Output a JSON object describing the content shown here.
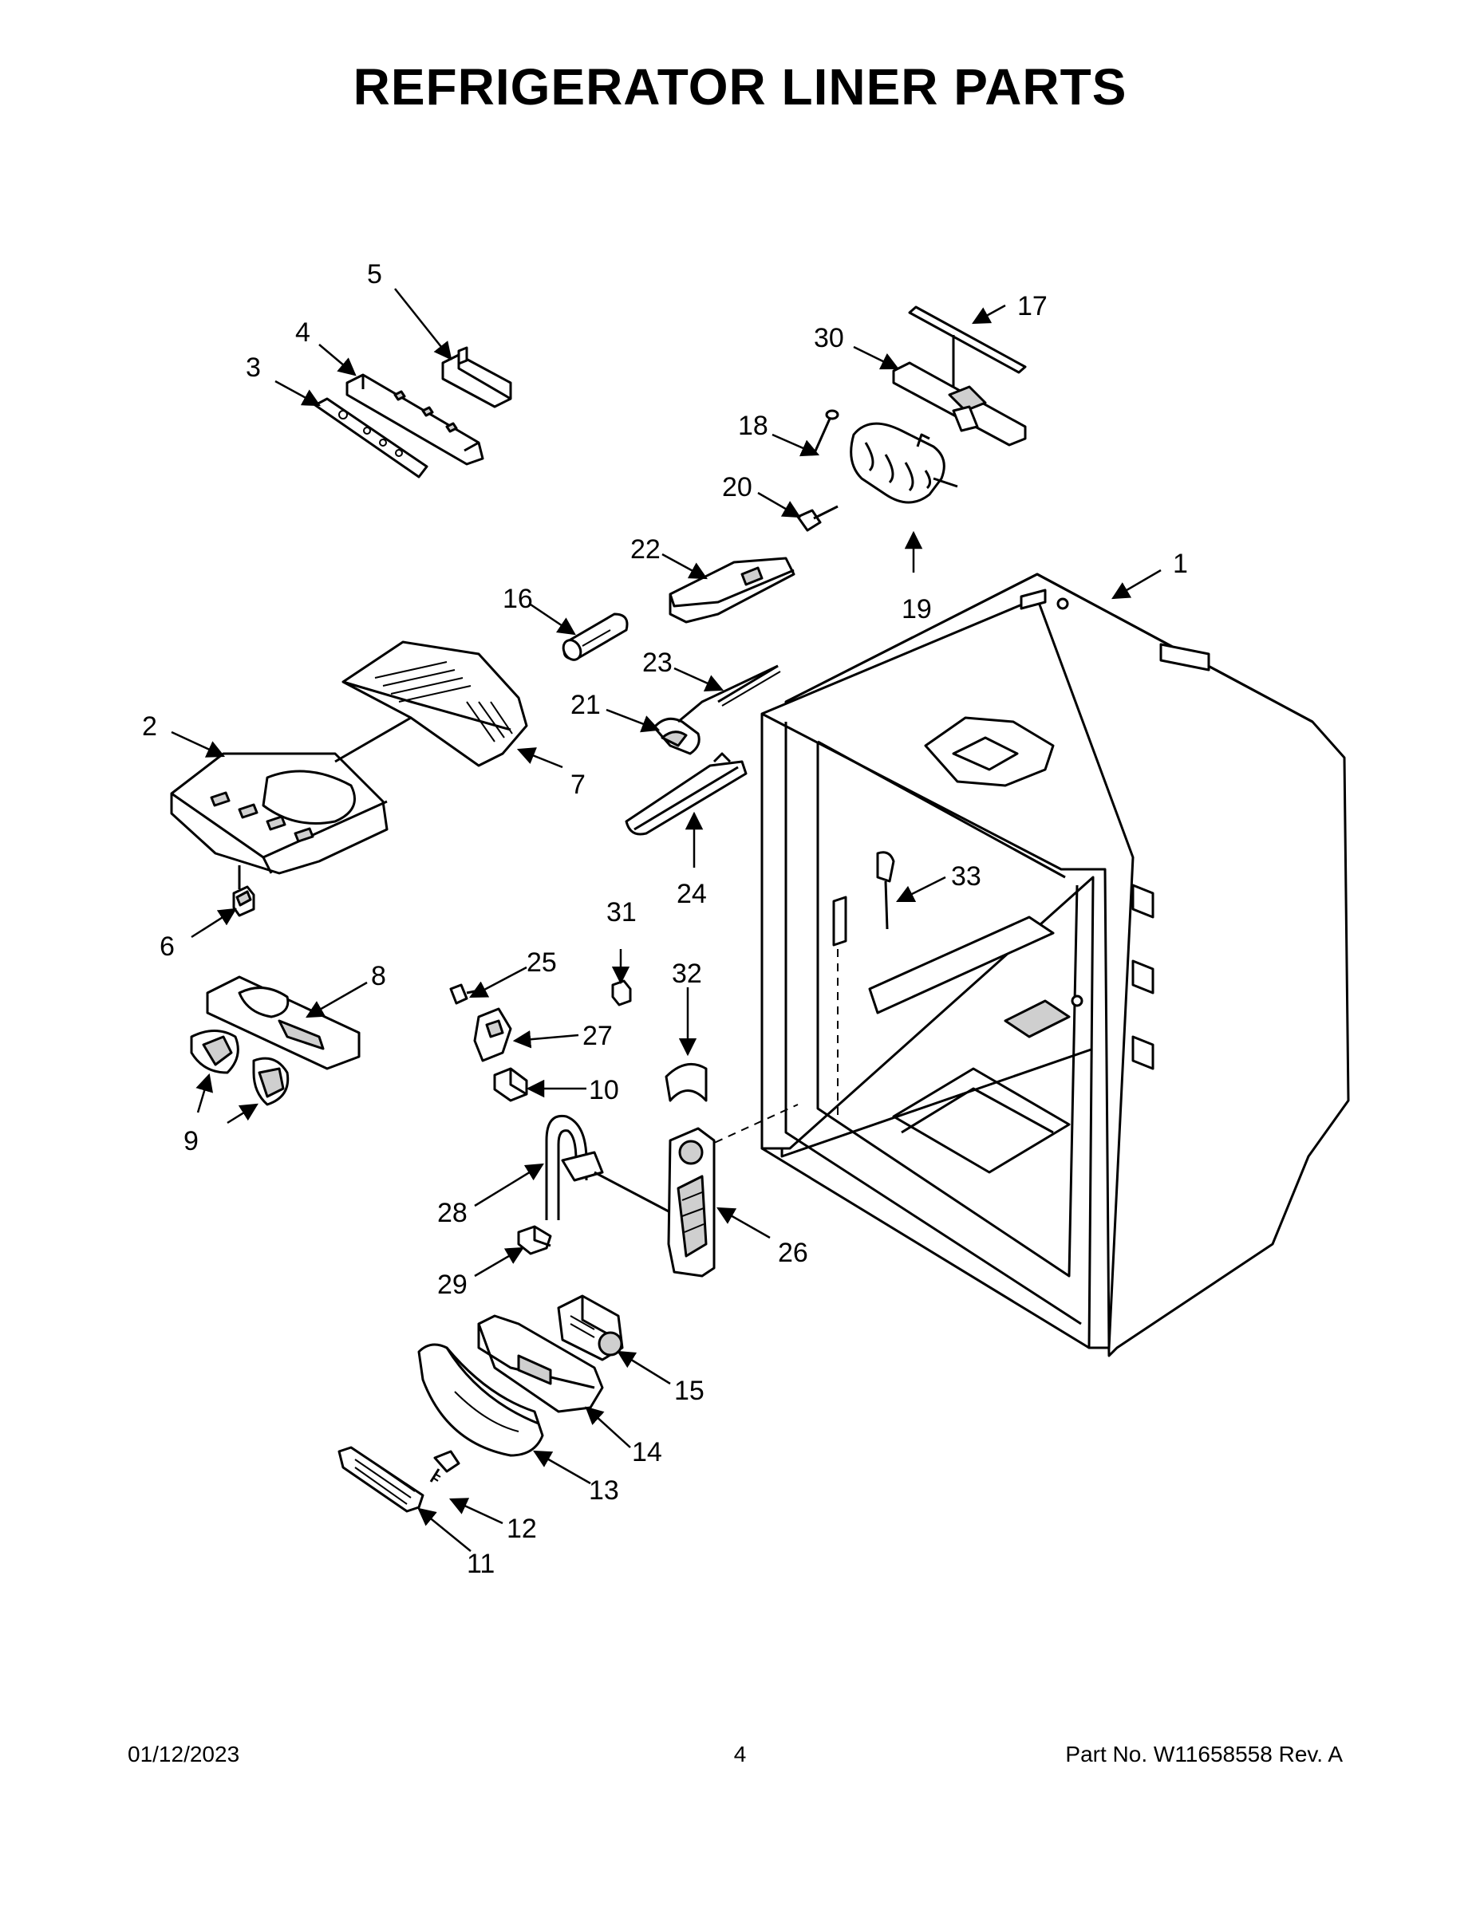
{
  "title": "REFRIGERATOR LINER PARTS",
  "footer": {
    "date": "01/12/2023",
    "page": "4",
    "part_number": "Part No.  W11658558  Rev.  A"
  },
  "callouts": [
    "1",
    "2",
    "3",
    "4",
    "5",
    "6",
    "7",
    "8",
    "9",
    "10",
    "11",
    "12",
    "13",
    "14",
    "15",
    "16",
    "17",
    "18",
    "19",
    "20",
    "21",
    "22",
    "23",
    "24",
    "25",
    "26",
    "27",
    "28",
    "29",
    "30",
    "31",
    "32",
    "33"
  ]
}
